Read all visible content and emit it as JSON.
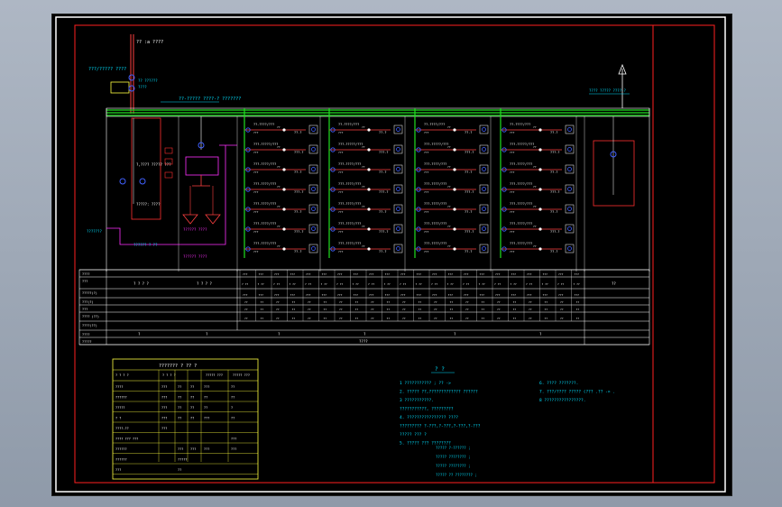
{
  "colors": {
    "background": "#000000",
    "frame": "#ff2020",
    "outer_frame": "#ffffff",
    "bus": "#20e020",
    "cyan": "#00e0ff",
    "blue": "#4060ff",
    "magenta": "#ff30ff",
    "yellow": "#ffff40",
    "white": "#ffffff"
  },
  "diagram": {
    "top_incoming_label": "?? :a ????",
    "upper_left_label": "???/????? ????",
    "busbar_label": "??-????? ????-? ???????",
    "right_top_label": "???? ????? ????-?",
    "left_note_1": "?,???? ????? ???",
    "left_note_2": "?????: ????",
    "center_note": "?????? ? ??",
    "left_bottom_label": "???????",
    "magenta_label_1": "?????? ????",
    "magenta_label_2": "?????? ????"
  },
  "feeders": {
    "labels_top": [
      "??-????/???",
      "???-?????/???",
      "???-????/???",
      "???-????/???",
      "???-????/???",
      "???-????/???",
      "???-????/???"
    ],
    "labels_mid": [
      "???",
      "???",
      "???",
      "???",
      "???",
      "???",
      "???"
    ],
    "values": [
      "??.?",
      "???.?",
      "??.?",
      "???.?",
      "??.?",
      "???.?",
      "??.?"
    ]
  },
  "table": {
    "row_headers": [
      "????",
      "???",
      "?????(?)",
      "???(?)",
      "???",
      "???? (??)",
      "????(??)",
      "????",
      "?????"
    ],
    "row2_col_a": "? ? ? ?",
    "row2_col_b": "? ? ? ?",
    "row2_col_end": "??",
    "cell_small": "???",
    "group_numbers": [
      "?",
      "?",
      "?",
      "?",
      "?",
      "?"
    ],
    "summary": "????"
  },
  "legend": {
    "title": "??????? ? ?? ?",
    "headers": [
      "? ? ? ?",
      "? ? ? ?",
      "????? ???",
      "????? ???"
    ],
    "rows": [
      [
        "????",
        "???",
        "??",
        "??",
        "???",
        "??"
      ],
      [
        "??????",
        "???",
        "??",
        "??",
        "??",
        "??"
      ],
      [
        "?????",
        "???",
        "??",
        "??",
        "??",
        "?"
      ],
      [
        "? ?",
        "???",
        "??",
        "??",
        "???",
        "??"
      ],
      [
        "????-??",
        "???",
        "",
        "",
        "",
        ""
      ],
      [
        "???? ??? ???",
        "",
        "",
        "",
        "",
        "???"
      ],
      [
        "??????",
        "",
        "???",
        "???",
        "???",
        "???"
      ],
      [
        "??????",
        "",
        "?????",
        "",
        "",
        ""
      ],
      [
        "???",
        "",
        "??",
        "",
        "",
        ""
      ]
    ]
  },
  "notes": {
    "title": "? ?",
    "items": [
      "1 ??????????? ; ?? ->",
      "2. ????? ??,????????????? ??????",
      "3 ???????????.",
      "???????????, ?????????",
      "4. ???????????????? ????",
      "????????? ?-???,?-???,?-???,?-???",
      "????? ??? ?",
      "5. ????? ??? ????????"
    ],
    "right_items": [
      "6. ???? ???????.",
      "7. ???/???? ????? (??? .?? -> .",
      "8 ????????????????."
    ],
    "sub_items": [
      "????? ?-?????? ;",
      "????? ???????? ;",
      "????? ???????? ;",
      "????? ?? ???????? ;"
    ]
  }
}
